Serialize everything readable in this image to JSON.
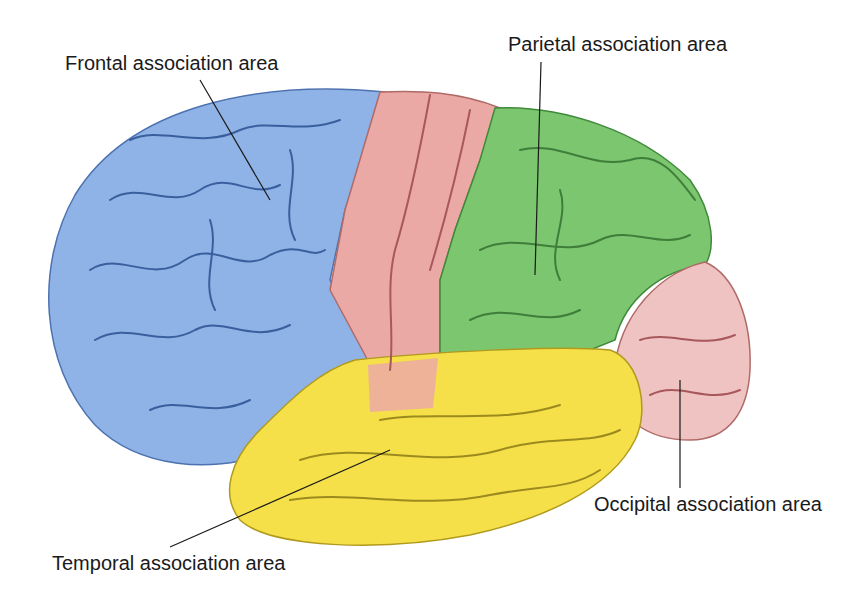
{
  "diagram": {
    "labels": [
      "Frontal association area",
      "Parietal association area",
      "Occipital association area",
      "Temporal association area"
    ]
  }
}
